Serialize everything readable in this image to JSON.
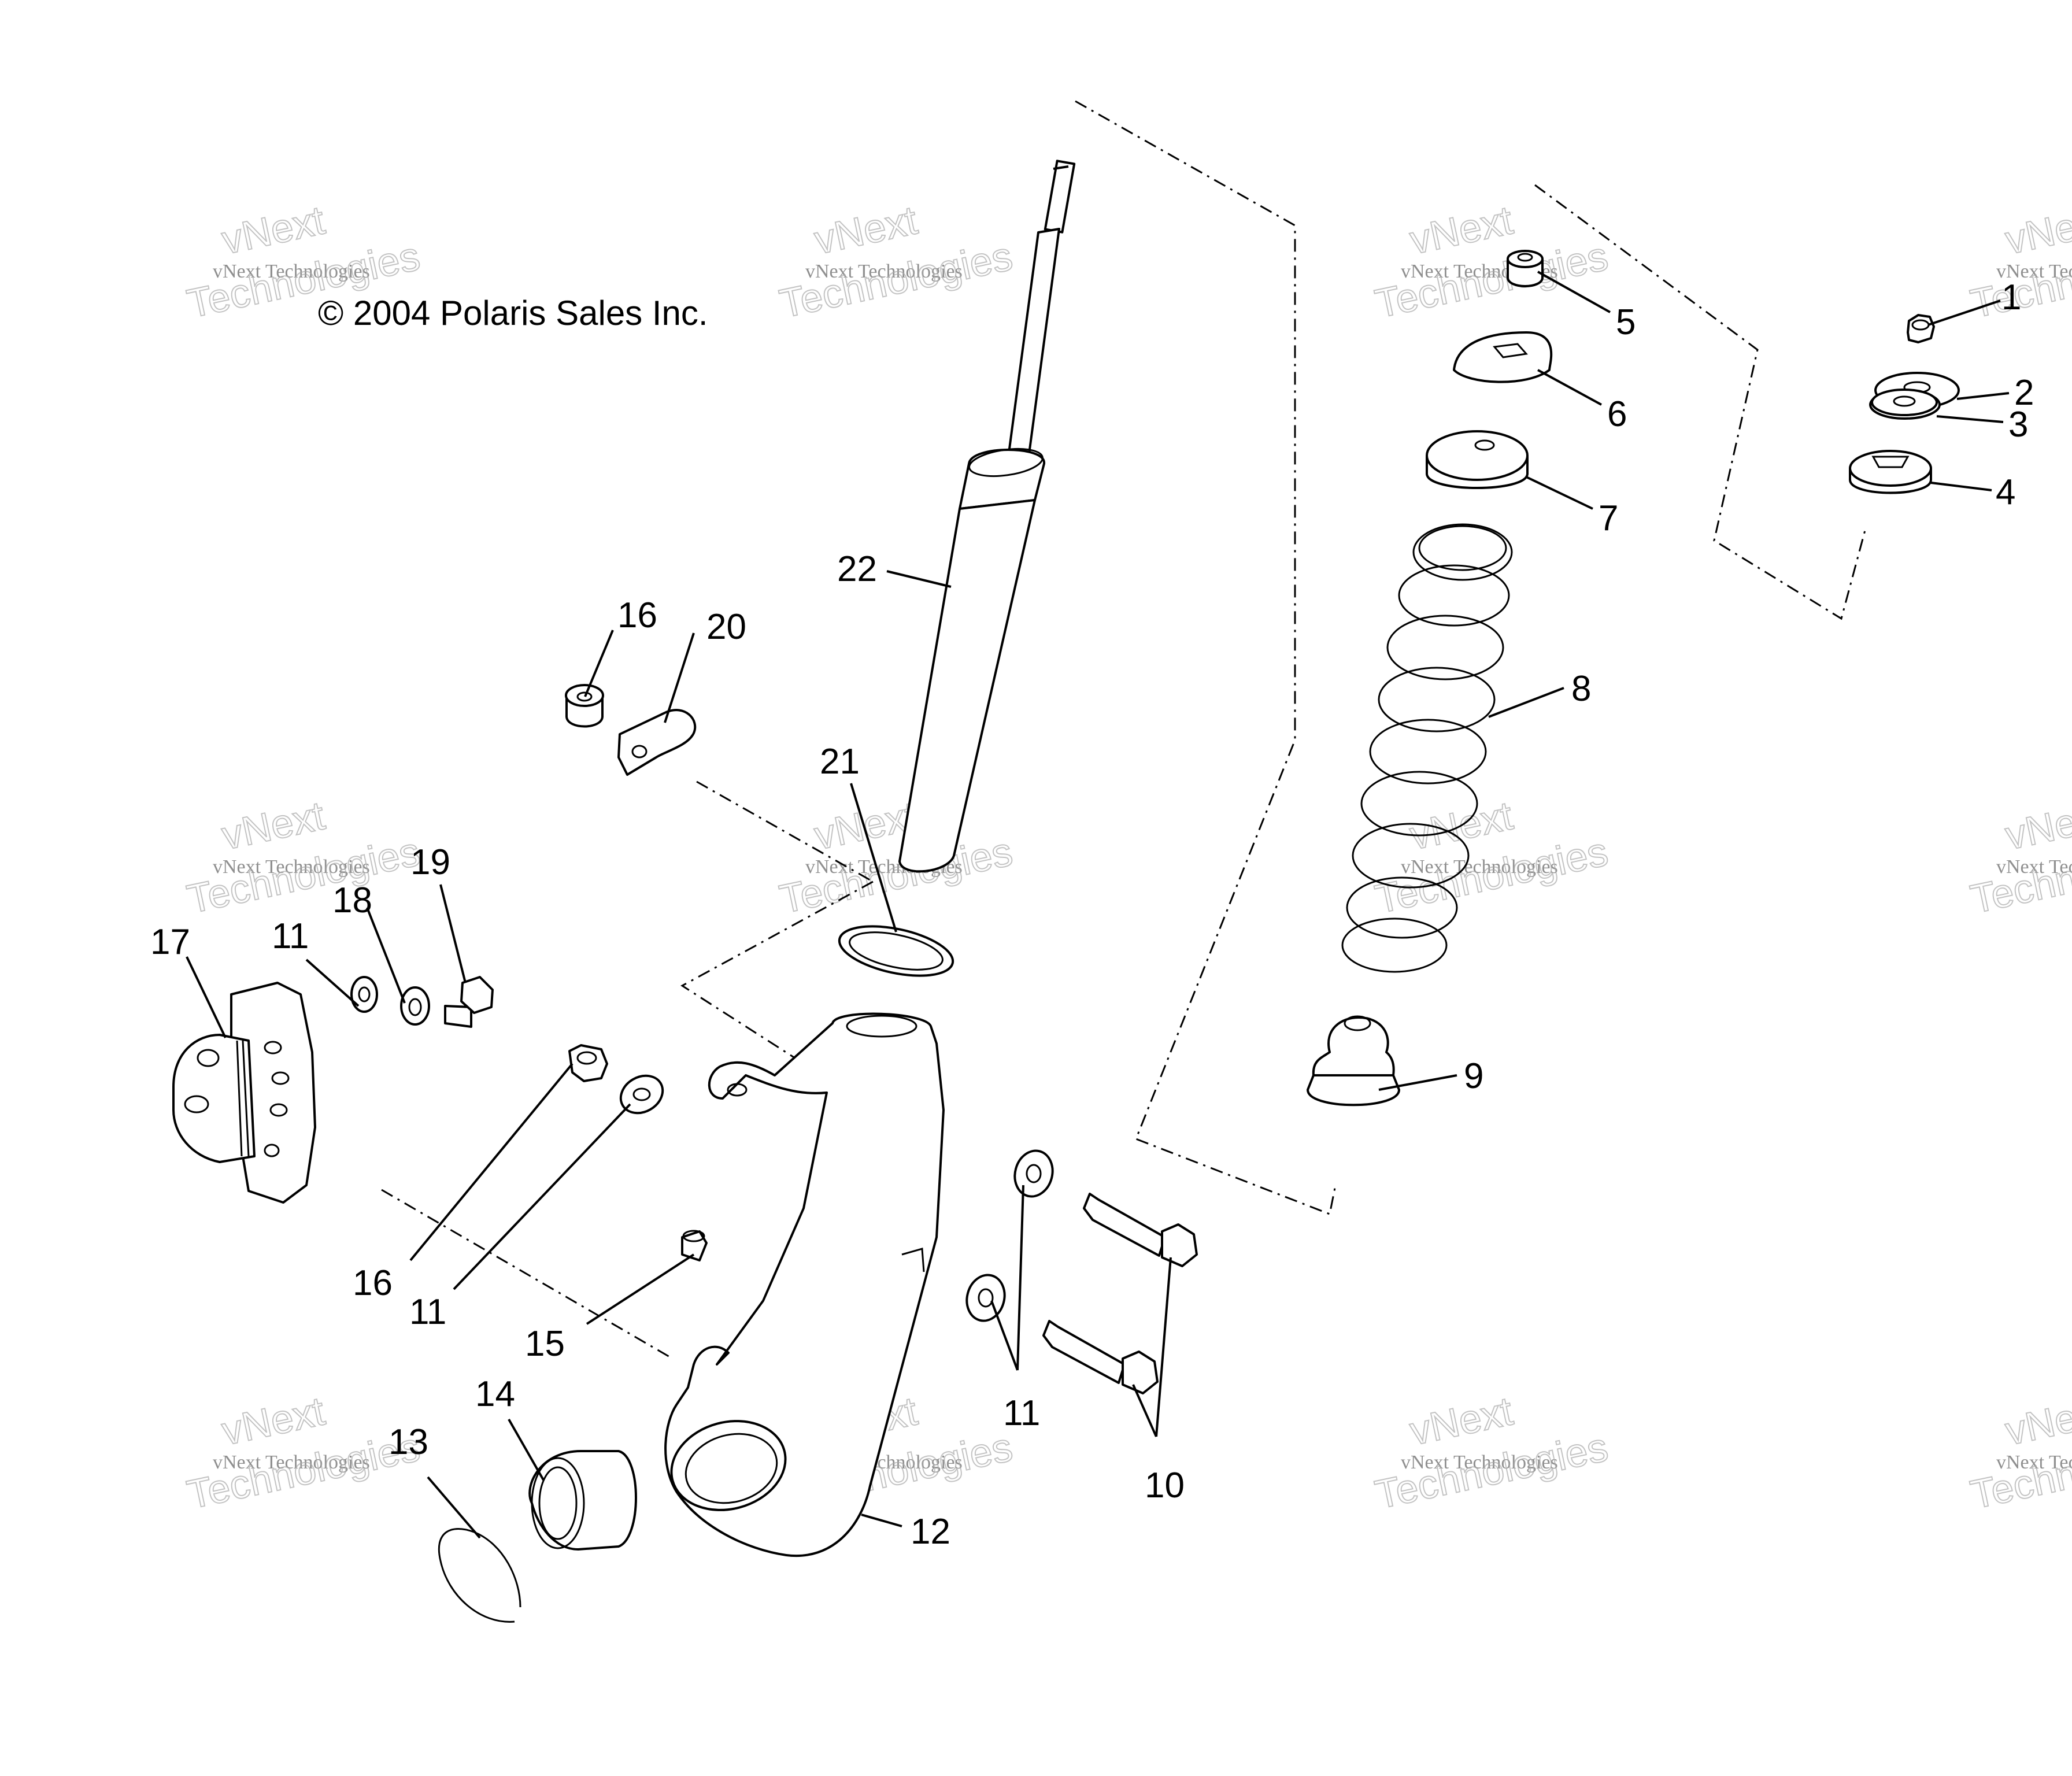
{
  "copyright": "© 2004 Polaris Sales Inc.",
  "watermark": {
    "brand_line": "vNext Technologies",
    "big_top": "vNext",
    "big_bottom": "Technologies"
  },
  "callouts": [
    "1",
    "2",
    "3",
    "4",
    "5",
    "6",
    "7",
    "8",
    "9",
    "10",
    "11",
    "12",
    "13",
    "14",
    "15",
    "16",
    "17",
    "18",
    "19",
    "20",
    "21",
    "22"
  ],
  "repeat_callouts": {
    "eleven": "11",
    "sixteen": "16"
  }
}
